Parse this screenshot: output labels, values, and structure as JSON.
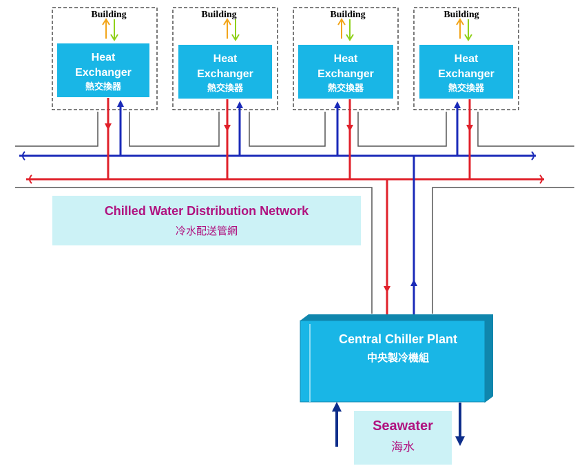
{
  "buildings": [
    {
      "label": "Building",
      "exchanger_line1": "Heat",
      "exchanger_line2": "Exchanger",
      "exchanger_cjk": "熱交換器"
    },
    {
      "label": "Building",
      "exchanger_line1": "Heat",
      "exchanger_line2": "Exchanger",
      "exchanger_cjk": "熱交換器"
    },
    {
      "label": "Building",
      "exchanger_line1": "Heat",
      "exchanger_line2": "Exchanger",
      "exchanger_cjk": "熱交換器"
    },
    {
      "label": "Building",
      "exchanger_line1": "Heat",
      "exchanger_line2": "Exchanger",
      "exchanger_cjk": "熱交換器"
    }
  ],
  "network": {
    "title": "Chilled Water Distribution Network",
    "title_cjk": "冷水配送管網"
  },
  "plant": {
    "title": "Central Chiller Plant",
    "title_cjk": "中央製冷機組"
  },
  "seawater": {
    "title": "Seawater",
    "title_cjk": "海水"
  },
  "colors": {
    "exchanger_fill": "#19b6e6",
    "plant_fill": "#19b6e6",
    "label_box_fill": "#ccf2f6",
    "supply_pipe": "#e0202a",
    "return_pipe": "#1a2ab8",
    "seawater_arrow": "#0d2d8a",
    "text_magenta": "#b0127f",
    "building_arrow_orange": "#f2a51a",
    "building_arrow_green": "#8fd11a"
  }
}
